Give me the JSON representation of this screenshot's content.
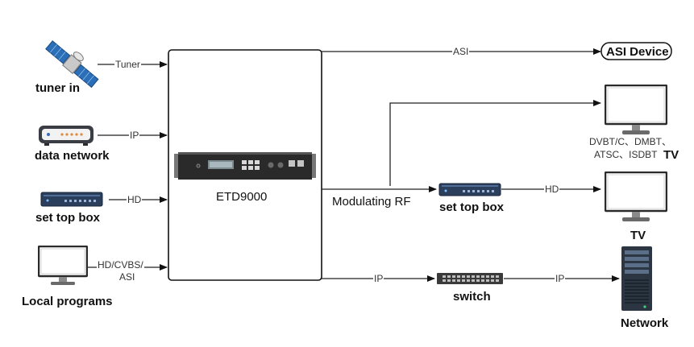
{
  "sources": {
    "tuner": {
      "label": "tuner in",
      "link": "Tuner"
    },
    "network": {
      "label": "data network",
      "link": "IP"
    },
    "stb": {
      "label": "set top box",
      "link": "HD"
    },
    "local": {
      "label": "Local programs",
      "link_line1": "HD/CVBS/",
      "link_line2": "ASI"
    }
  },
  "device": {
    "label": "ETD9000"
  },
  "outputs": {
    "asi": {
      "link": "ASI",
      "label": "ASI Device"
    },
    "modulating": {
      "label": "Modulating RF"
    },
    "tv1": {
      "standards_line1": "DVBT/C、DMBT、",
      "standards_line2": "ATSC、ISDBT",
      "label": "TV"
    },
    "stb": {
      "label": "set top box",
      "link": "HD"
    },
    "tv2": {
      "label": "TV"
    },
    "switch": {
      "link_in": "IP",
      "label": "switch",
      "link_out": "IP"
    },
    "server": {
      "label": "Network"
    }
  }
}
